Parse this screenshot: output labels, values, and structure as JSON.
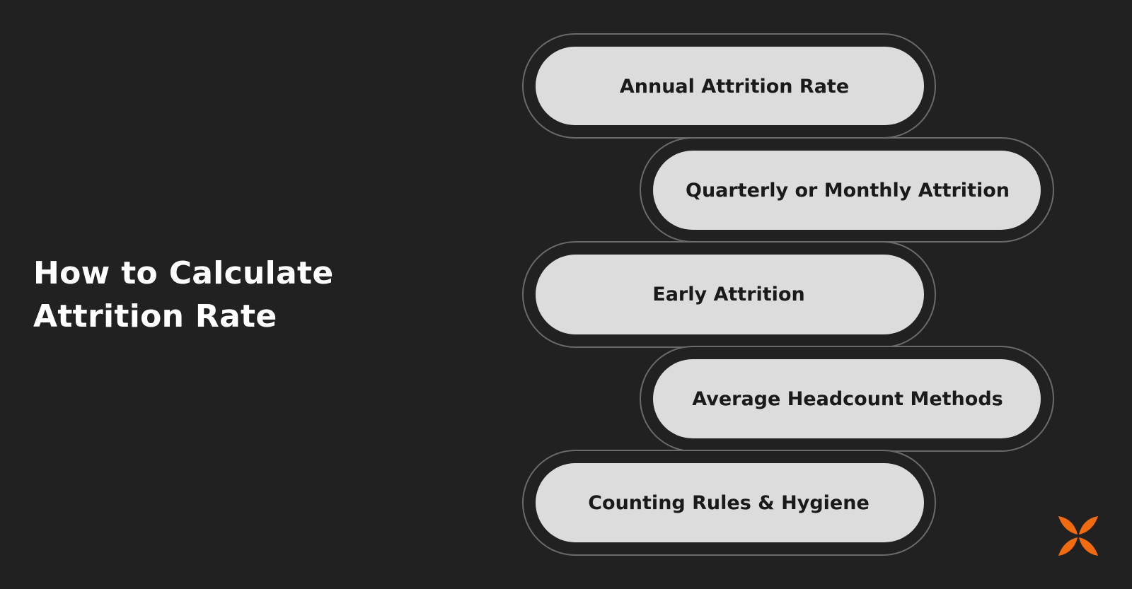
{
  "title": {
    "line1": "How to Calculate",
    "line2": "Attrition Rate"
  },
  "steps": [
    {
      "label": "Annual Attrition Rate"
    },
    {
      "label": "Quarterly or Monthly Attrition"
    },
    {
      "label": "Early Attrition"
    },
    {
      "label": "Average Headcount Methods"
    },
    {
      "label": "Counting Rules & Hygiene"
    }
  ],
  "logo": {
    "icon": "butterfly-logo-icon",
    "color": "#f26b0f"
  },
  "colors": {
    "background": "#212121",
    "pill": "#dcdcdc",
    "pill_text": "#1a1a1a",
    "connector": "#5e5e5e",
    "outline": "#6a6a6a"
  }
}
